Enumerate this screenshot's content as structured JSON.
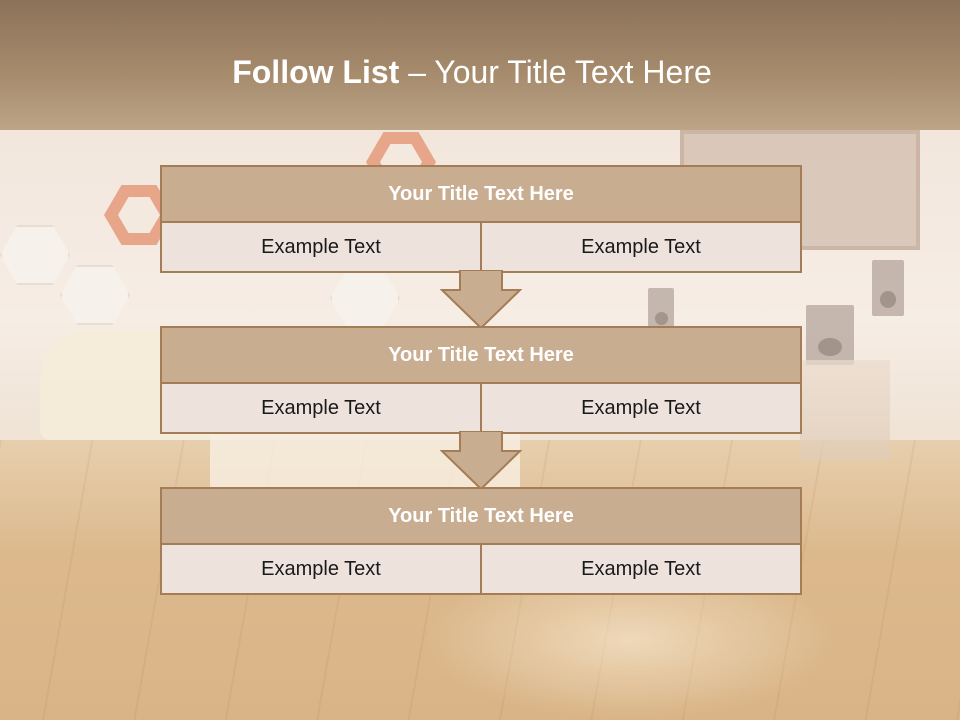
{
  "slide": {
    "title_bold": "Follow List",
    "title_rest": " –  Your Title Text Here",
    "accent_color": "#c8ad91",
    "border_color": "#a47c55",
    "cell_color": "#ede2dc"
  },
  "blocks": [
    {
      "heading": "Your Title Text Here",
      "cells": [
        "Example Text",
        "Example Text"
      ]
    },
    {
      "heading": "Your Title Text Here",
      "cells": [
        "Example Text",
        "Example Text"
      ]
    },
    {
      "heading": "Your Title Text Here",
      "cells": [
        "Example Text",
        "Example Text"
      ]
    }
  ],
  "icons": [
    "down-arrow-icon",
    "down-arrow-icon"
  ]
}
